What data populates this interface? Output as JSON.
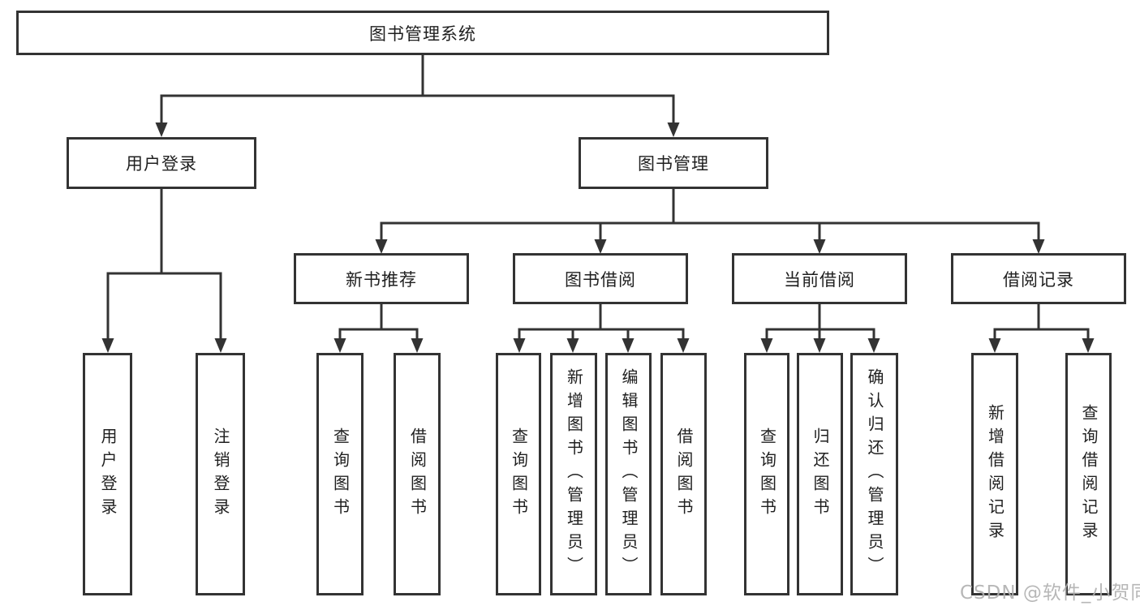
{
  "tree": {
    "root": {
      "label": "图书管理系统",
      "children": [
        {
          "label": "用户登录",
          "children": [
            {
              "label": "用户登录"
            },
            {
              "label": "注销登录"
            }
          ]
        },
        {
          "label": "图书管理",
          "children": [
            {
              "label": "新书推荐",
              "children": [
                {
                  "label": "查询图书"
                },
                {
                  "label": "借阅图书"
                }
              ]
            },
            {
              "label": "图书借阅",
              "children": [
                {
                  "label": "查询图书"
                },
                {
                  "label": "新增图书（管理员）"
                },
                {
                  "label": "编辑图书（管理员）"
                },
                {
                  "label": "借阅图书"
                }
              ]
            },
            {
              "label": "当前借阅",
              "children": [
                {
                  "label": "查询图书"
                },
                {
                  "label": "归还图书"
                },
                {
                  "label": "确认归还（管理员）"
                }
              ]
            },
            {
              "label": "借阅记录",
              "children": [
                {
                  "label": "新增借阅记录"
                },
                {
                  "label": "查询借阅记录"
                }
              ]
            }
          ]
        }
      ]
    }
  },
  "watermark": "CSDN @软件_小贺同学",
  "colors": {
    "line": "#333333",
    "text": "#1f1f1f",
    "watermark": "#b0b0b0",
    "background": "#ffffff"
  }
}
